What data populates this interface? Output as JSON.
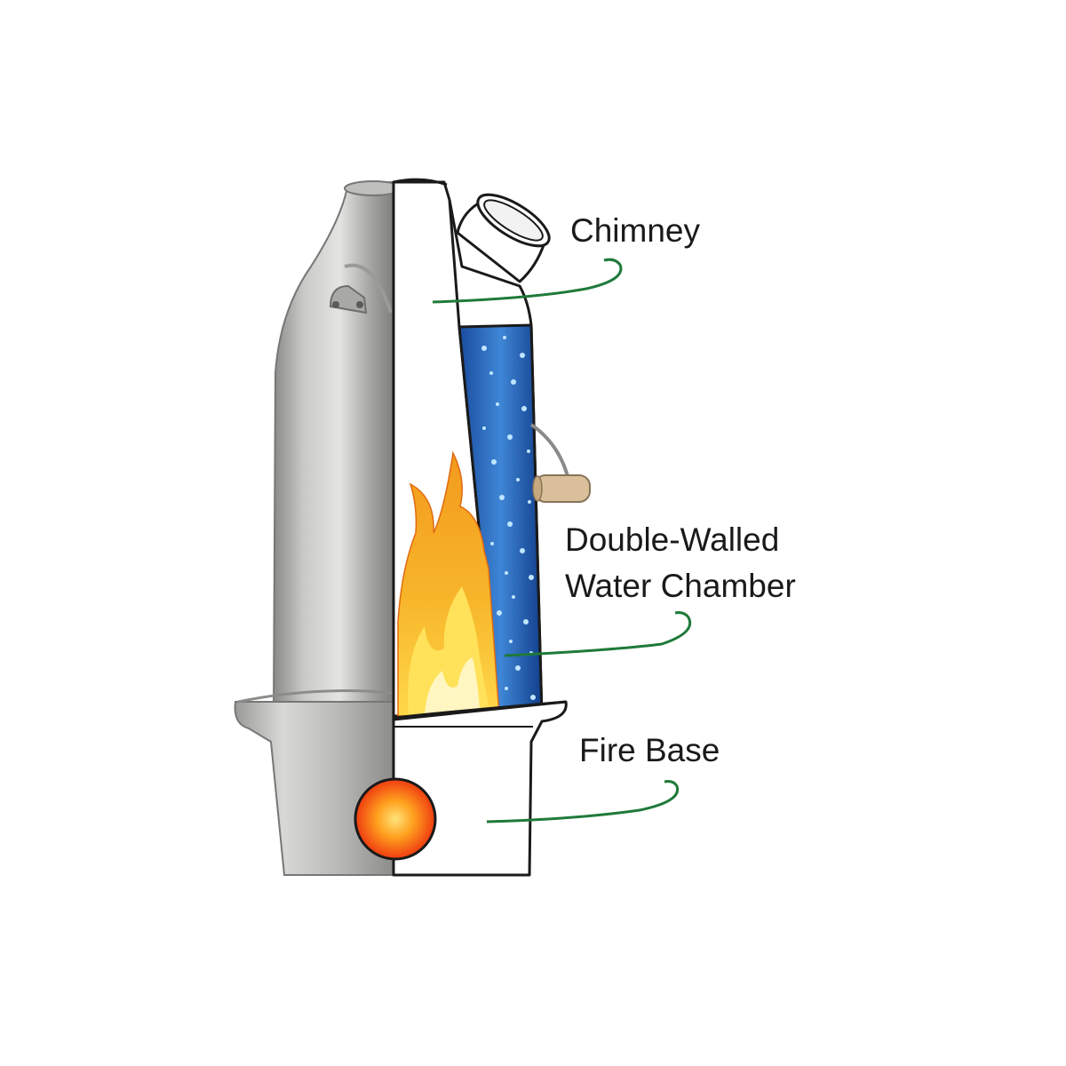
{
  "labels": {
    "chimney": "Chimney",
    "water_chamber_line1": "Double-Walled",
    "water_chamber_line2": "Water Chamber",
    "fire_base": "Fire Base"
  },
  "colors": {
    "background": "#ffffff",
    "leader_line": "#1f7a3a",
    "outline": "#1a1a1a",
    "steel_light": "#d4d4d2",
    "steel_dark": "#7e7e7c",
    "water_light": "#3f86d6",
    "water_dark": "#123f8c",
    "flame_outer": "#f08a1c",
    "flame_inner": "#ffd23a",
    "ember_core": "#ffd84a",
    "ember_outer": "#ef3b10",
    "wood_handle": "#d9c09b"
  },
  "icons": {
    "kettle": "kettle-cutaway-illustration",
    "flame": "flame-icon",
    "ember": "ember-icon",
    "water": "water-bubbles-icon"
  }
}
